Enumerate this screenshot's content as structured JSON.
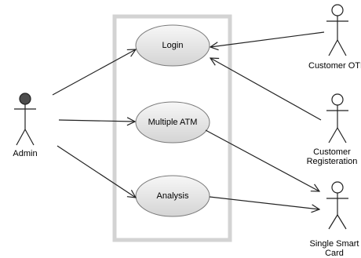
{
  "actors": {
    "admin": "Admin",
    "customer_otp": "Customer OTP",
    "customer_registration_line1": "Customer",
    "customer_registration_line2": "Registeration",
    "single_smart_card_line1": "Single Smart",
    "single_smart_card_line2": "Card"
  },
  "use_cases": {
    "login": "Login",
    "multiple_atm": "Multiple ATM",
    "analysis": "Analysis"
  },
  "colors": {
    "system_border": "#d3d3d3",
    "use_case_fill_top": "#f7f7f7",
    "use_case_fill_bottom": "#d4d4d4",
    "use_case_stroke": "#7a7a7a",
    "admin_head_fill": "#4d4d4d",
    "line": "#222222"
  }
}
